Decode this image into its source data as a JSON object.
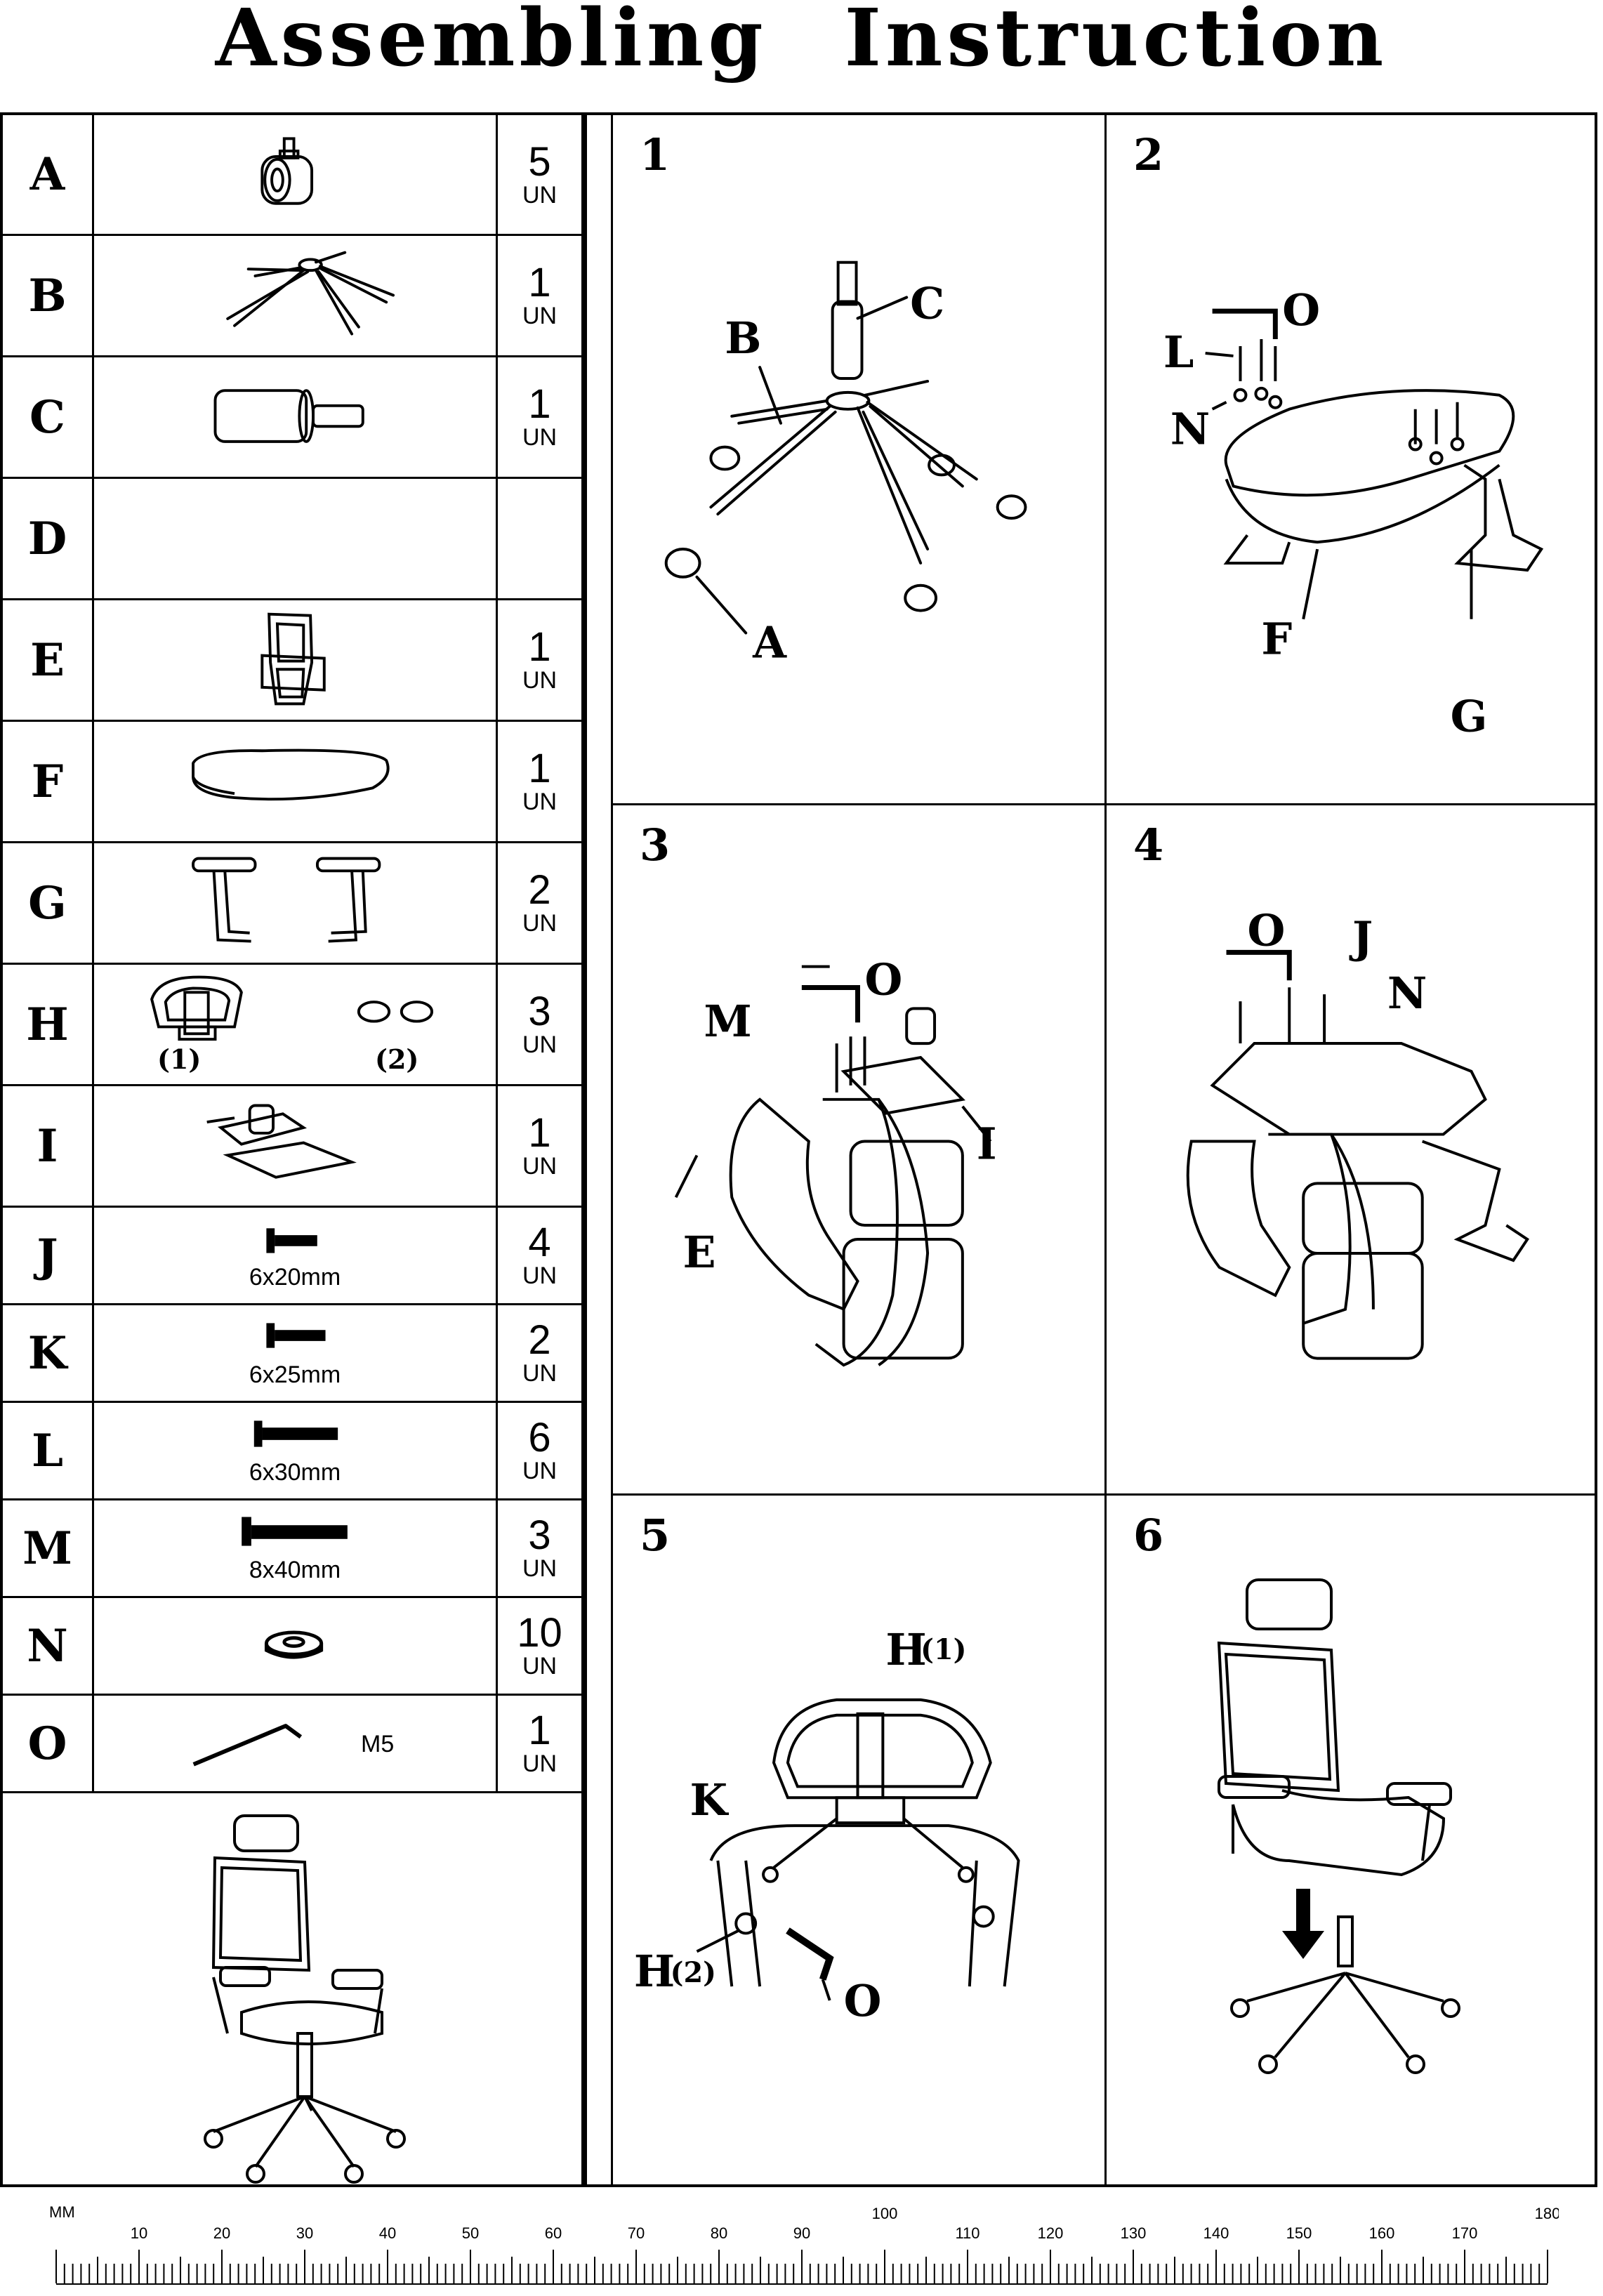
{
  "title": {
    "word1": "Assembling",
    "word2": "Instruction"
  },
  "parts": [
    {
      "letter": "A",
      "qty": "5",
      "unit": "UN",
      "icon": "caster-wheel-icon"
    },
    {
      "letter": "B",
      "qty": "1",
      "unit": "UN",
      "icon": "star-base-icon"
    },
    {
      "letter": "C",
      "qty": "1",
      "unit": "UN",
      "icon": "gas-cylinder-icon"
    },
    {
      "letter": "D",
      "qty": "",
      "unit": "",
      "icon": ""
    },
    {
      "letter": "E",
      "qty": "1",
      "unit": "UN",
      "icon": "backrest-icon"
    },
    {
      "letter": "F",
      "qty": "1",
      "unit": "UN",
      "icon": "seat-cushion-icon"
    },
    {
      "letter": "G",
      "qty": "2",
      "unit": "UN",
      "icon": "armrest-icon"
    },
    {
      "letter": "H",
      "qty": "3",
      "unit": "UN",
      "icon": "headrest-icon",
      "sub1": "(1)",
      "sub2": "(2)"
    },
    {
      "letter": "I",
      "qty": "1",
      "unit": "UN",
      "icon": "mechanism-icon"
    },
    {
      "letter": "J",
      "qty": "4",
      "unit": "UN",
      "icon": "bolt-icon",
      "size": "6x20mm"
    },
    {
      "letter": "K",
      "qty": "2",
      "unit": "UN",
      "icon": "bolt-icon",
      "size": "6x25mm"
    },
    {
      "letter": "L",
      "qty": "6",
      "unit": "UN",
      "icon": "bolt-icon",
      "size": "6x30mm"
    },
    {
      "letter": "M",
      "qty": "3",
      "unit": "UN",
      "icon": "bolt-icon",
      "size": "8x40mm"
    },
    {
      "letter": "N",
      "qty": "10",
      "unit": "UN",
      "icon": "washer-icon"
    },
    {
      "letter": "O",
      "qty": "1",
      "unit": "UN",
      "icon": "allen-key-icon",
      "note": "M5"
    }
  ],
  "steps": [
    {
      "num": "1",
      "labels": [
        "A",
        "B",
        "C"
      ]
    },
    {
      "num": "2",
      "labels": [
        "O",
        "L",
        "N",
        "F",
        "G"
      ]
    },
    {
      "num": "3",
      "labels": [
        "O",
        "M",
        "I",
        "E"
      ]
    },
    {
      "num": "4",
      "labels": [
        "O",
        "J",
        "N"
      ]
    },
    {
      "num": "5",
      "labels": [
        "H",
        "(1)",
        "K",
        "H",
        "(2)",
        "O"
      ]
    },
    {
      "num": "6",
      "labels": []
    }
  ],
  "ruler": {
    "unit": "MM",
    "ticks": [
      "10",
      "20",
      "30",
      "40",
      "50",
      "60",
      "70",
      "80",
      "90",
      "100",
      "110",
      "120",
      "130",
      "140",
      "150",
      "160",
      "170",
      "180"
    ]
  }
}
